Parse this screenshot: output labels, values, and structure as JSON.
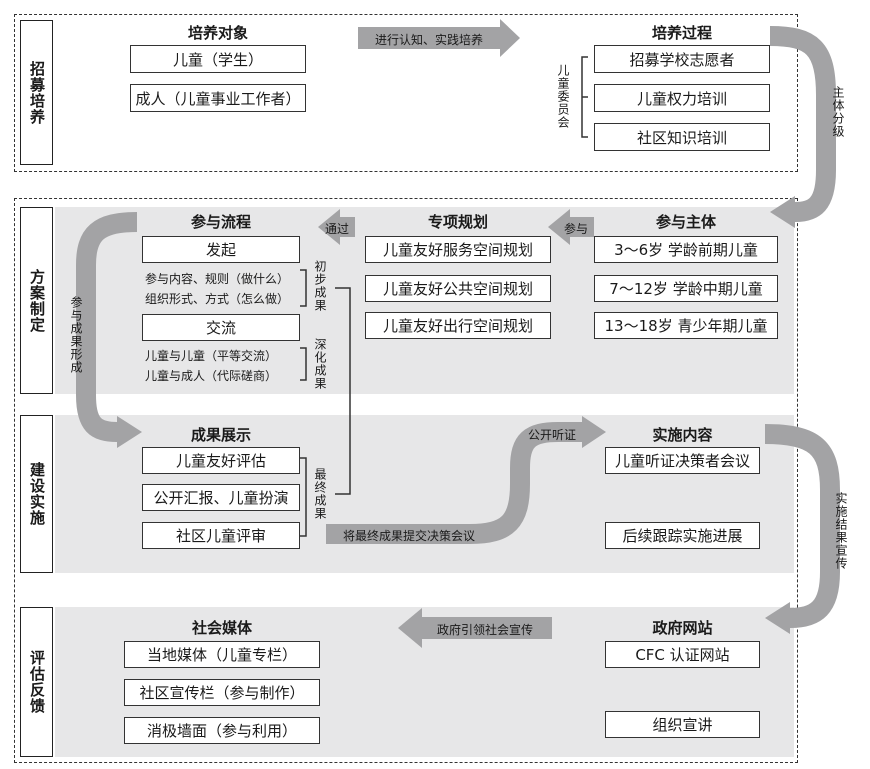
{
  "colors": {
    "arrow": "#a3a3a5",
    "band": "#e7e7e8",
    "line": "#333333"
  },
  "stages": {
    "recruit": "招募培养",
    "plan": "方案制定",
    "build": "建设实施",
    "evaluate": "评估反馈"
  },
  "recruit": {
    "targets_title": "培养对象",
    "targets": [
      "儿童（学生）",
      "成人（儿童事业工作者）"
    ],
    "process_title": "培养过程",
    "committee": "儿童委员会",
    "process": [
      "招募学校志愿者",
      "儿童权力培训",
      "社区知识培训"
    ],
    "arrow_label": "进行认知、实践培养",
    "side_arrow": "主体分级"
  },
  "plan": {
    "flow_title": "参与流程",
    "launch": "发起",
    "launch_notes": [
      "参与内容、规则（做什么）",
      "组织形式、方式（怎么做）"
    ],
    "exchange": "交流",
    "exchange_notes": [
      "儿童与儿童（平等交流）",
      "儿童与成人（代际磋商）"
    ],
    "prelim": "初步成果",
    "deep": "深化成果",
    "special_title": "专项规划",
    "special": [
      "儿童友好服务空间规划",
      "儿童友好公共空间规划",
      "儿童友好出行空间规划"
    ],
    "subject_title": "参与主体",
    "subjects": [
      "3～6岁 学龄前期儿童",
      "7～12岁 学龄中期儿童",
      "13～18岁 青少年期儿童"
    ],
    "arrow_through": "通过",
    "arrow_join": "参与",
    "left_arrow": "参与成果形成"
  },
  "build": {
    "show_title": "成果展示",
    "show": [
      "儿童友好评估",
      "公开汇报、儿童扮演",
      "社区儿童评审"
    ],
    "final": "最终成果",
    "submit": "将最终成果提交决策会议",
    "hearing": "公开听证",
    "content_title": "实施内容",
    "content": [
      "儿童听证决策者会议",
      "后续跟踪实施进展"
    ],
    "side_arrow": "实施结果宣传"
  },
  "evaluate": {
    "media_title": "社会媒体",
    "media": [
      "当地媒体（儿童专栏）",
      "社区宣传栏（参与制作）",
      "消极墙面（参与利用）"
    ],
    "gov_title": "政府网站",
    "gov": [
      "CFC 认证网站",
      "组织宣讲"
    ],
    "arrow_label": "政府引领社会宣传"
  }
}
